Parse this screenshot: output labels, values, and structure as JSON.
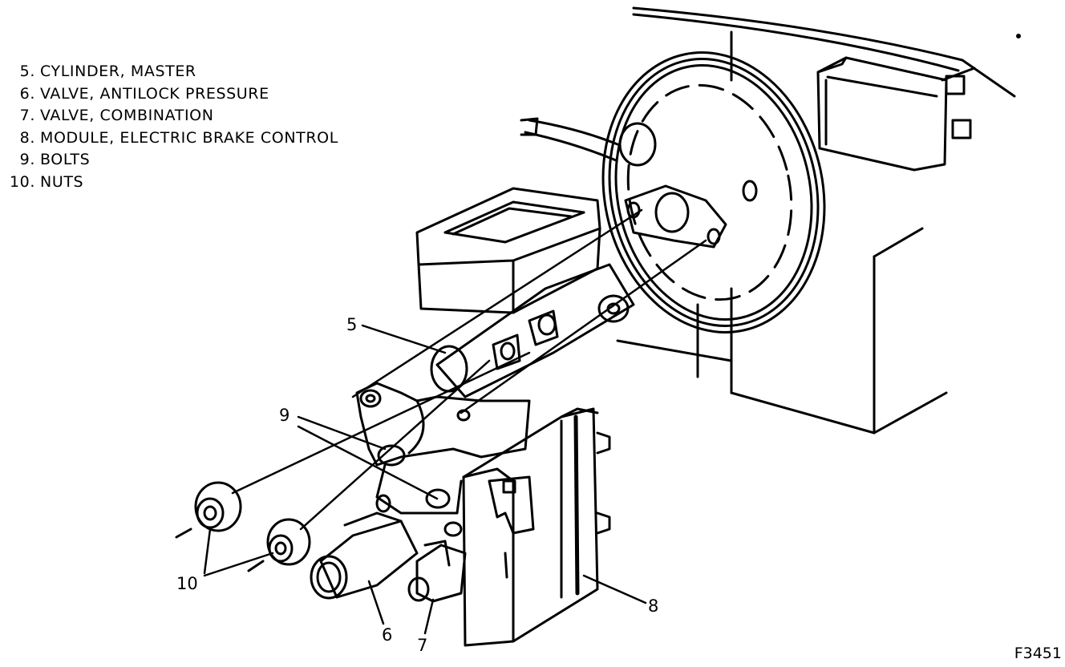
{
  "legend": [
    {
      "num": "5.",
      "label": "CYLINDER, MASTER"
    },
    {
      "num": "6.",
      "label": "VALVE, ANTILOCK PRESSURE"
    },
    {
      "num": "7.",
      "label": "VALVE, COMBINATION"
    },
    {
      "num": "8.",
      "label": "MODULE, ELECTRIC BRAKE CONTROL"
    },
    {
      "num": "9.",
      "label": "BOLTS"
    },
    {
      "num": "10.",
      "label": "NUTS"
    }
  ],
  "callouts": {
    "c5": "5",
    "c6": "6",
    "c7": "7",
    "c8": "8",
    "c9": "9",
    "c10": "10"
  },
  "figure_id": "F3451"
}
